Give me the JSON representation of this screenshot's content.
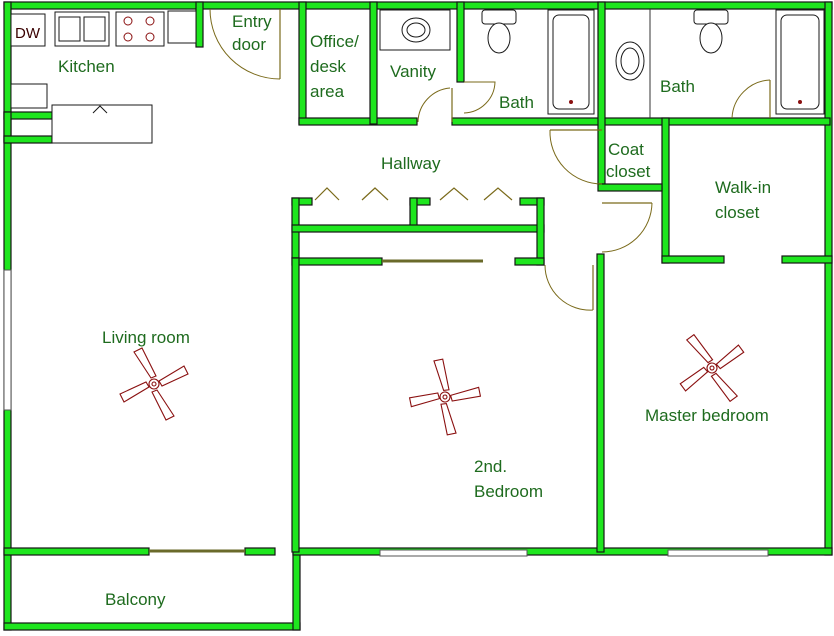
{
  "rooms": {
    "kitchen": "Kitchen",
    "entry_line1": "Entry",
    "entry_line2": "door",
    "office_line1": "Office/",
    "office_line2": "desk",
    "office_line3": "area",
    "vanity": "Vanity",
    "bath_hall": "Bath",
    "bath_master": "Bath",
    "coat_line1": "Coat",
    "coat_line2": "closet",
    "hallway": "Hallway",
    "walkin_line1": "Walk-in",
    "walkin_line2": "closet",
    "living_room": "Living room",
    "second_line1": "2nd.",
    "second_line2": "Bedroom",
    "master_bedroom": "Master bedroom",
    "balcony": "Balcony"
  },
  "appliances": {
    "dishwasher": "DW"
  },
  "colors": {
    "wall": "#1ee61e",
    "label": "#1e6b1e",
    "fan": "#8a1010",
    "door": "#7a6a1a"
  },
  "icons": [
    "ceiling-fan-icon",
    "toilet-icon",
    "bathtub-icon",
    "sink-icon",
    "stove-icon"
  ]
}
